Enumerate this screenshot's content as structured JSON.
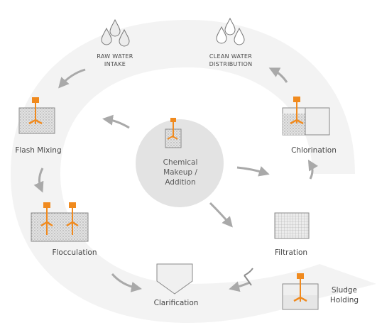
{
  "diagram": {
    "hub": {
      "lines": [
        "Chemical",
        "Makeup /",
        "Addition"
      ]
    },
    "stages": {
      "raw_water_intake": [
        "RAW WATER",
        "INTAKE"
      ],
      "clean_water_distribution": [
        "CLEAN WATER",
        "DISTRIBUTION"
      ],
      "flash_mixing": "Flash Mixing",
      "flocculation": "Flocculation",
      "clarification": "Clarification",
      "filtration": "Filtration",
      "chlorination": "Chlorination",
      "sludge_holding": [
        "Sludge",
        "Holding"
      ]
    },
    "colors": {
      "accent": "#f08a1e",
      "ring": "#f1f1f1",
      "hub_fill": "#e3e3e3",
      "arrow": "#a9a9a9",
      "tank_fill": "#dcdcdc",
      "tank_stroke": "#8a8a8a"
    }
  }
}
